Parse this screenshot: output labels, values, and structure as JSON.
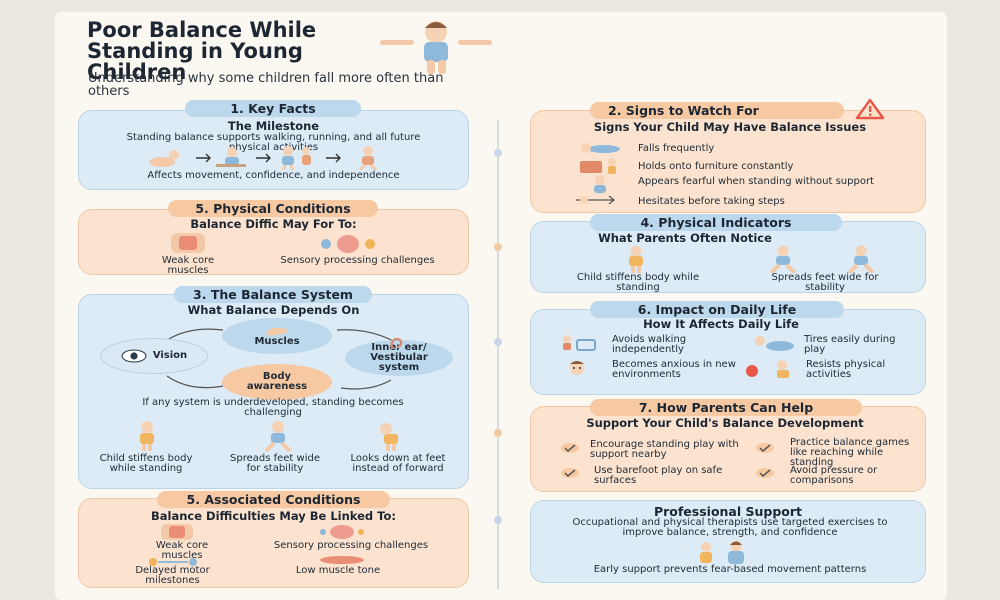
{
  "header": {
    "title": "Poor Balance While Standing in Young Children",
    "subtitle": "Understanding why some children fall more often than others"
  },
  "key_facts": {
    "pill": "1. Key Facts",
    "heading": "The Milestone",
    "body": "Standing balance supports walking, running, and all future physical activities",
    "footer": "Affects movement, confidence, and independence"
  },
  "physical_conditions": {
    "pill": "5. Physical Conditions",
    "heading": "Balance Diffic May For To:",
    "items": [
      "Weak core muscles",
      "Sensory processing challenges"
    ]
  },
  "balance_system": {
    "pill": "3. The Balance System",
    "heading": "What Balance Depends On",
    "nodes": [
      "Vision",
      "Muscles",
      "Inner ear/ Vestibular system",
      "Body awareness"
    ],
    "note": "If any system is underdeveloped, standing becomes challenging",
    "items": [
      "Child stiffens body while standing",
      "Spreads feet wide for stability",
      "Looks down at feet instead of forward"
    ]
  },
  "associated": {
    "pill": "5. Associated Conditions",
    "heading": "Balance Difficulties May Be Linked To:",
    "items": [
      "Weak core muscles",
      "Sensory processing challenges",
      "Delayed motor milestones",
      "Low muscle tone"
    ]
  },
  "signs": {
    "pill": "2. Signs to Watch For",
    "heading": "Signs Your Child May Have Balance Issues",
    "items": [
      "Falls frequently",
      "Holds onto furniture constantly",
      "Appears fearful when standing without support",
      "Hesitates before taking steps"
    ]
  },
  "indicators": {
    "pill": "4. Physical Indicators",
    "heading": "What Parents Often Notice",
    "items": [
      "Child stiffens body while standing",
      "Spreads feet wide for stability"
    ]
  },
  "impact": {
    "pill": "6. Impact on Daily Life",
    "heading": "How It Affects Daily Life",
    "items": [
      "Avoids walking independently",
      "Tires easily during play",
      "Becomes anxious in new environments",
      "Resists physical activities"
    ]
  },
  "help": {
    "pill": "7. How Parents Can Help",
    "heading": "Support Your Child's Balance Development",
    "items": [
      "Encourage standing play with support nearby",
      "Practice balance games like reaching while standing",
      "Use barefoot play on safe surfaces",
      "Avoid pressure or comparisons"
    ]
  },
  "professional": {
    "heading": "Professional Support",
    "body": "Occupational and physical therapists use targeted exercises to improve balance, strength, and confidence",
    "footer": "Early support prevents fear-based movement patterns"
  },
  "colors": {
    "blue_card": "#dcebf5",
    "peach_card": "#fbe3cf",
    "blue_pill": "#bcd8ec",
    "peach_pill": "#f6c9a3",
    "warning": "#e9594a"
  }
}
